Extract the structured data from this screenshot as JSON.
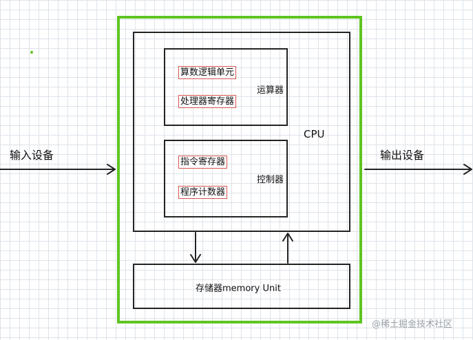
{
  "diagram": {
    "input_device_label": "输入设备",
    "output_device_label": "输出设备",
    "cpu_label": "CPU",
    "alu_unit_label": "运算器",
    "alu_register_1": "算数逻辑单元",
    "alu_register_2": "处理器寄存器",
    "control_unit_label": "控制器",
    "control_register_1": "指令寄存器",
    "control_register_2": "程序计数器",
    "memory_label": "存储器memory Unit",
    "watermark": "@稀土掘金技术社区"
  },
  "colors": {
    "frame_green": "#5ec521",
    "register_border": "#d9534f",
    "grid_line": "#dde3ea"
  }
}
